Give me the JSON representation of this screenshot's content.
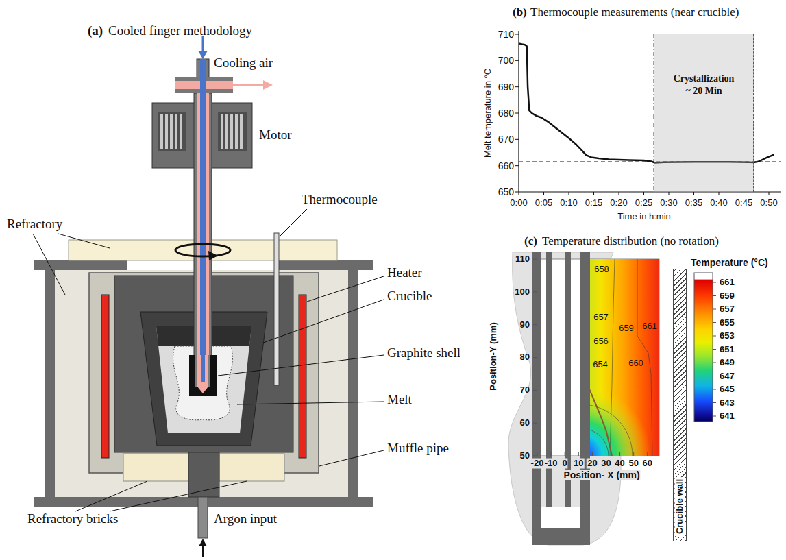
{
  "diagram": {
    "nodes": [
      {
        "text": [
          "Crystallization ~ 20 Min"
        ]
      },
      {
        "text": [
          "Crucible wall"
        ]
      }
    ],
    "labels": [
      "(a)",
      "Cooled finger methodology",
      "Cooling air",
      "Motor",
      "Refractory",
      "Thermocouple",
      "Heater",
      "Crucible",
      "Graphite shell",
      "Melt",
      "Muffle pipe",
      "Refractory bricks",
      "Argon input",
      "(b)",
      "Thermocouple measurements (near crucible)",
      "Melt temperature in °C",
      "650",
      "660",
      "670",
      "680",
      "690",
      "700",
      "710",
      "0:00",
      "0:05",
      "0:10",
      "0:15",
      "0:20",
      "0:25",
      "0:30",
      "0:35",
      "0:40",
      "0:45",
      "0:50",
      "Time in h:min",
      "(c)",
      "Temperature distribution (no rotation)",
      "Position-Y (mm)",
      "110",
      "100",
      "90",
      "80",
      "70",
      "60",
      "50",
      "-20",
      "-10",
      "0",
      "10",
      "20",
      "30",
      "40",
      "50",
      "60",
      "Position- X (mm)",
      "658",
      "657",
      "659",
      "661",
      "656",
      "654",
      "660",
      "Temperature (°C)",
      "661",
      "659",
      "657",
      "655",
      "653",
      "651",
      "649",
      "647",
      "645",
      "643",
      "641"
    ]
  }
}
